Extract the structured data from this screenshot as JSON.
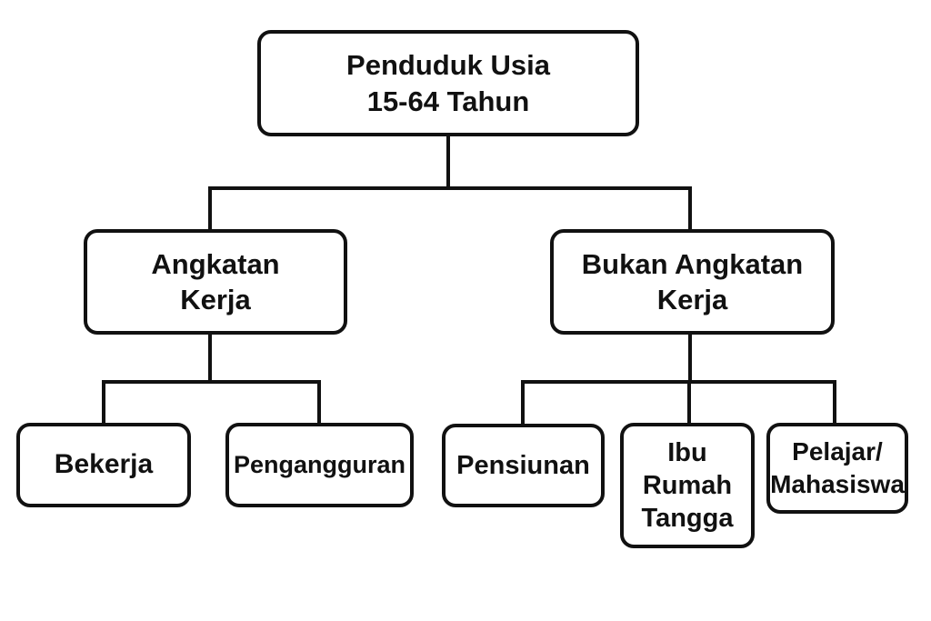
{
  "diagram": {
    "type": "flowchart",
    "nodes": {
      "root": {
        "label": "Penduduk Usia\n15-64 Tahun"
      },
      "angkatan_kerja": {
        "label": "Angkatan\nKerja"
      },
      "bukan_angkatan_kerja": {
        "label": "Bukan Angkatan\nKerja"
      },
      "bekerja": {
        "label": "Bekerja"
      },
      "pengangguran": {
        "label": "Pengangguran"
      },
      "pensiunan": {
        "label": "Pensiunan"
      },
      "ibu_rumah_tangga": {
        "label": "Ibu\nRumah\nTangga"
      },
      "pelajar_mahasiswa": {
        "label": "Pelajar/\nMahasiswa"
      }
    },
    "edges": [
      {
        "from": "root",
        "to": "angkatan_kerja"
      },
      {
        "from": "root",
        "to": "bukan_angkatan_kerja"
      },
      {
        "from": "angkatan_kerja",
        "to": "bekerja"
      },
      {
        "from": "angkatan_kerja",
        "to": "pengangguran"
      },
      {
        "from": "bukan_angkatan_kerja",
        "to": "pensiunan"
      },
      {
        "from": "bukan_angkatan_kerja",
        "to": "ibu_rumah_tangga"
      },
      {
        "from": "bukan_angkatan_kerja",
        "to": "pelajar_mahasiswa"
      }
    ],
    "colors": {
      "line": "#111111",
      "box_fill": "#ffffff",
      "background": "#ffffff"
    }
  }
}
